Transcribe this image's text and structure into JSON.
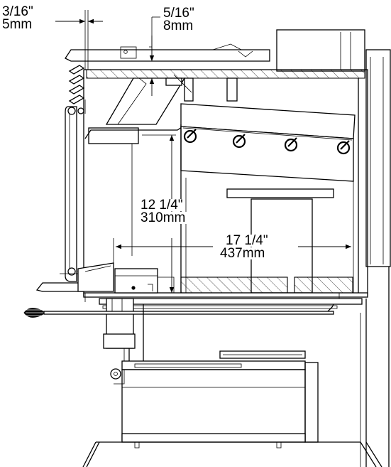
{
  "dimensions": {
    "top_left": {
      "imperial": "3/16\"",
      "metric": "5mm"
    },
    "top_mid": {
      "imperial": "5/16\"",
      "metric": "8mm"
    },
    "height": {
      "imperial": "12 1/4\"",
      "metric": "310mm"
    },
    "depth": {
      "imperial": "17 1/4\"",
      "metric": "437mm"
    }
  }
}
